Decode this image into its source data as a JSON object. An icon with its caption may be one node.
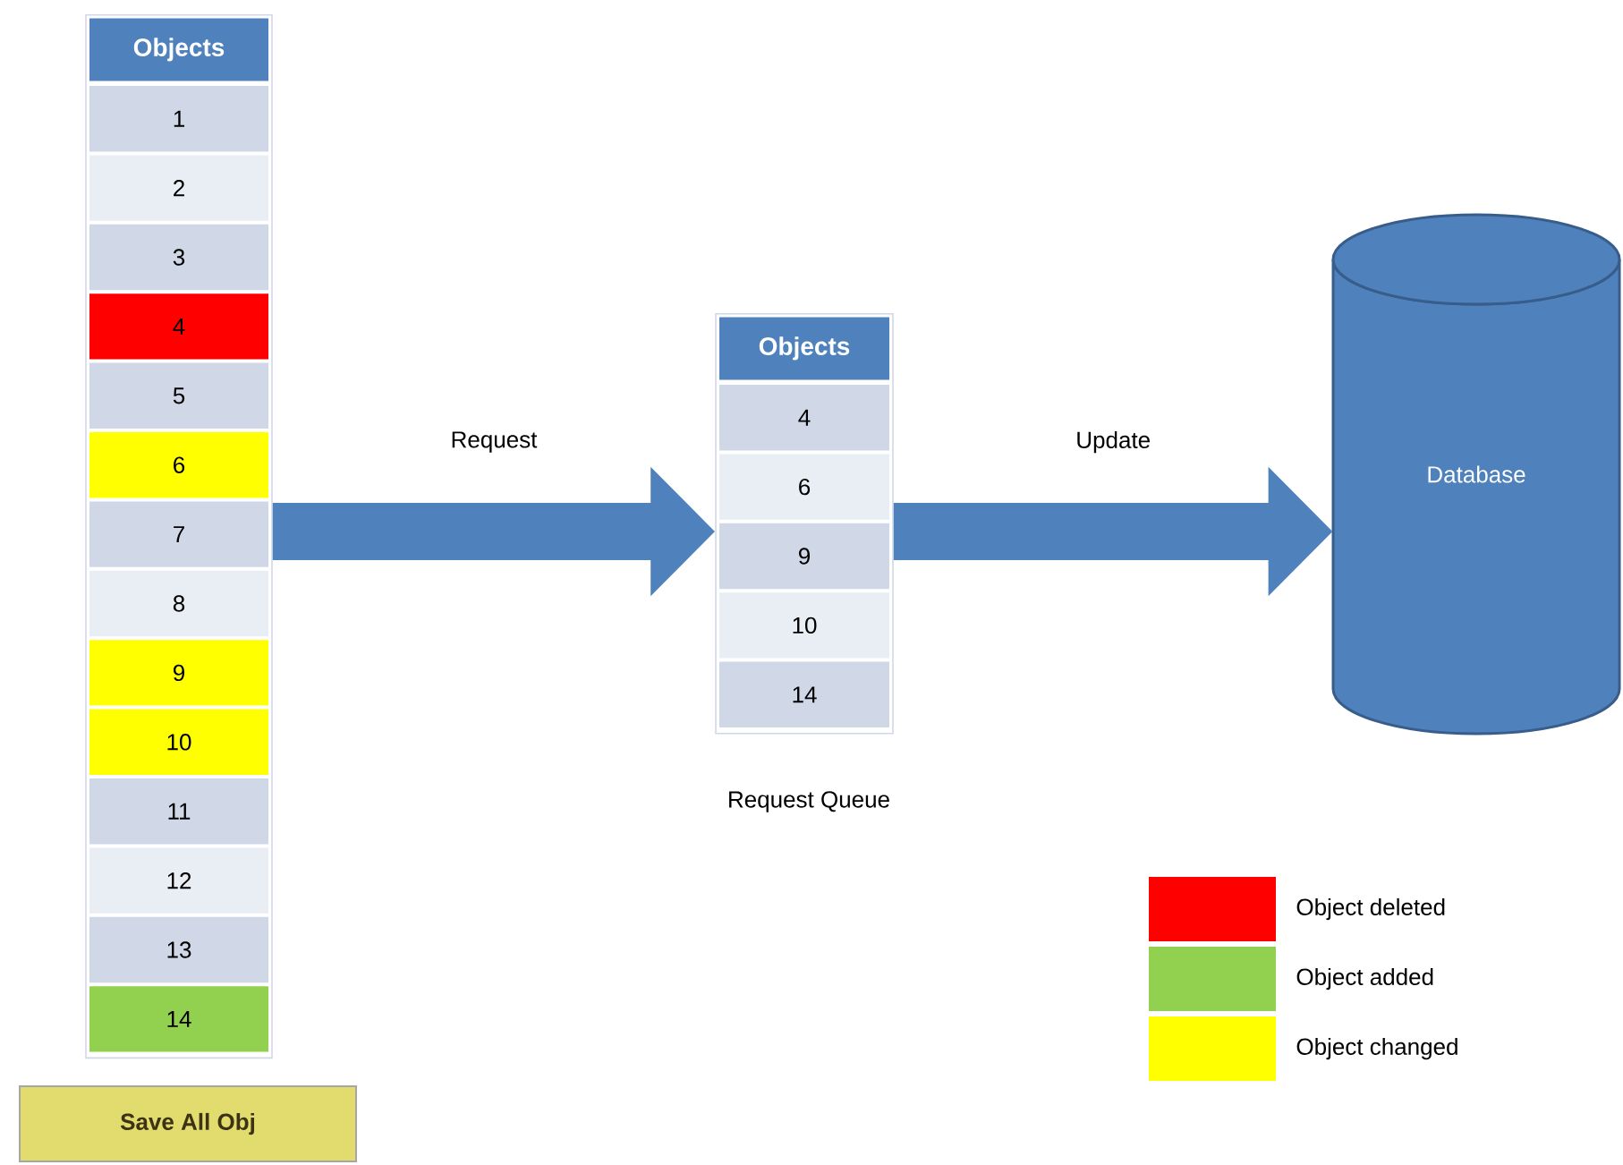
{
  "diagram": {
    "nodes": [
      {
        "text": [
          "Objects"
        ]
      },
      {
        "text": [
          "1"
        ],
        "in": 0
      },
      {
        "text": [
          "2"
        ],
        "in": 0
      },
      {
        "text": [
          "3"
        ],
        "in": 0
      },
      {
        "text": [
          "4"
        ],
        "in": 0
      },
      {
        "text": [
          "5"
        ],
        "in": 0
      },
      {
        "text": [
          "6"
        ],
        "in": 0
      },
      {
        "text": [
          "7"
        ],
        "in": 0
      },
      {
        "text": [
          "8"
        ],
        "in": 0
      },
      {
        "text": [
          "9"
        ],
        "in": 0
      },
      {
        "text": [
          "10"
        ],
        "in": 0
      },
      {
        "text": [
          "11"
        ],
        "in": 0
      },
      {
        "text": [
          "12"
        ],
        "in": 0
      },
      {
        "text": [
          "13"
        ],
        "in": 0
      },
      {
        "text": [
          "14"
        ],
        "in": 0
      },
      {
        "text": [
          "Objects"
        ]
      },
      {
        "text": [
          "4"
        ],
        "in": 15
      },
      {
        "text": [
          "6"
        ],
        "in": 15
      },
      {
        "text": [
          "9"
        ],
        "in": 15
      },
      {
        "text": [
          "10"
        ],
        "in": 15
      },
      {
        "text": [
          "14"
        ],
        "in": 15
      },
      {
        "text": [
          "Database"
        ]
      },
      {
        "text": [
          "Save All Obj"
        ]
      }
    ],
    "edges": [
      {
        "from": 0,
        "to": 15,
        "arrow": "to",
        "label": "Request"
      },
      {
        "from": 15,
        "to": 21,
        "arrow": "to",
        "label": "Update"
      }
    ],
    "labels": [
      "Request Queue"
    ],
    "legend": [
      {
        "text": "Object deleted",
        "color": "#ff0000"
      },
      {
        "text": "Object added",
        "color": "#92d050"
      },
      {
        "text": "Object changed",
        "color": "#ffff00"
      }
    ]
  }
}
